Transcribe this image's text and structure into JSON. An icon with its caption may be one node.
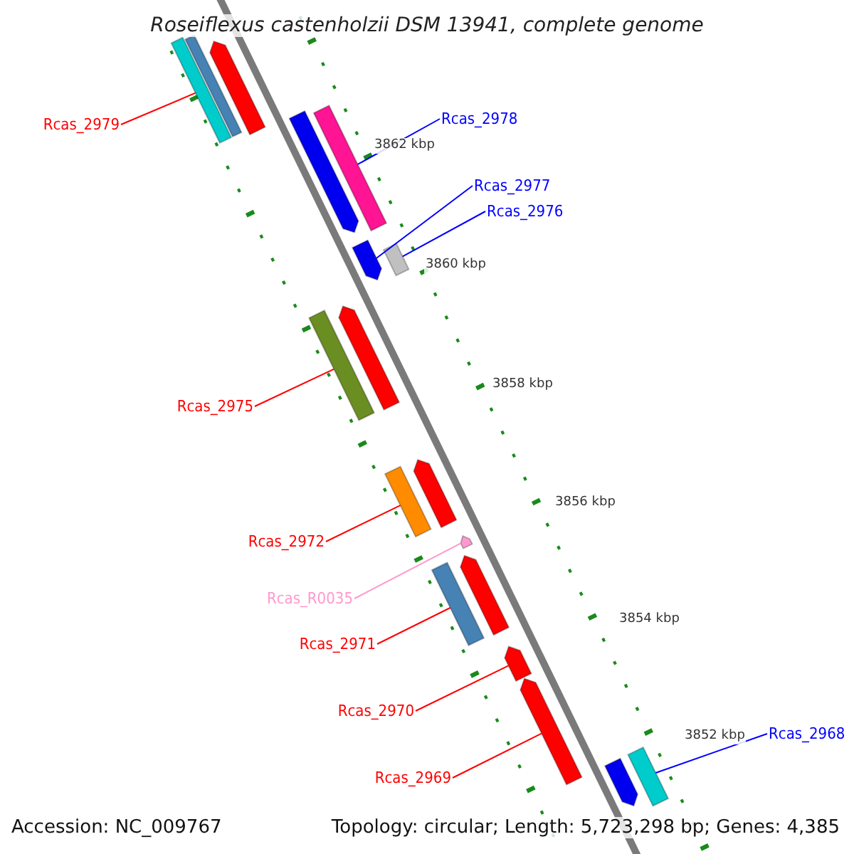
{
  "diagram": {
    "title": "Roseiflexus castenholzii DSM 13941, complete genome",
    "nodes": [
      {
        "text": [],
        "shape": "bar"
      },
      {
        "text": [],
        "shape": "bar"
      },
      {
        "text": [],
        "shape": "pentagon"
      },
      {
        "text": [],
        "shape": "pentagon"
      },
      {
        "text": [],
        "shape": "bar"
      },
      {
        "text": [],
        "shape": "pentagon"
      },
      {
        "text": [],
        "shape": "bar"
      },
      {
        "text": [],
        "shape": "bar"
      },
      {
        "text": [],
        "shape": "pentagon"
      },
      {
        "text": [],
        "shape": "bar"
      },
      {
        "text": [],
        "shape": "pentagon"
      },
      {
        "text": [],
        "shape": "pentagon"
      },
      {
        "text": [],
        "shape": "bar"
      },
      {
        "text": [],
        "shape": "pentagon"
      },
      {
        "text": [],
        "shape": "pentagon"
      },
      {
        "text": [],
        "shape": "pentagon"
      },
      {
        "text": [],
        "shape": "pentagon"
      },
      {
        "text": [],
        "shape": "bar"
      },
      {
        "text": [
          "Rcas_2979"
        ]
      },
      {
        "text": [
          "Rcas_2978"
        ]
      },
      {
        "text": [
          "Rcas_2977"
        ]
      },
      {
        "text": [
          "Rcas_2976"
        ]
      },
      {
        "text": [
          "Rcas_2975"
        ]
      },
      {
        "text": [
          "Rcas_2972"
        ]
      },
      {
        "text": [
          "Rcas_R0035"
        ]
      },
      {
        "text": [
          "Rcas_2971"
        ]
      },
      {
        "text": [
          "Rcas_2970"
        ]
      },
      {
        "text": [
          "Rcas_2969"
        ]
      },
      {
        "text": [
          "Rcas_2968"
        ]
      }
    ],
    "edges": [
      {
        "from": 18,
        "to": 0,
        "arrow": "none"
      },
      {
        "from": 19,
        "to": 4,
        "arrow": "none",
        "color": "#0000ff"
      },
      {
        "from": 20,
        "to": 5,
        "arrow": "none",
        "color": "#0000ff"
      },
      {
        "from": 21,
        "to": 6,
        "arrow": "none",
        "color": "#0000ff"
      },
      {
        "from": 22,
        "to": 7,
        "arrow": "none"
      },
      {
        "from": 23,
        "to": 9,
        "arrow": "none"
      },
      {
        "from": 24,
        "to": 11,
        "arrow": "none",
        "color": "#ff99cc"
      },
      {
        "from": 25,
        "to": 12,
        "arrow": "none"
      },
      {
        "from": 26,
        "to": 14,
        "arrow": "none"
      },
      {
        "from": 27,
        "to": 15,
        "arrow": "none"
      },
      {
        "from": 28,
        "to": 17,
        "arrow": "none",
        "color": "#0000ff"
      }
    ],
    "labels": [
      "3862 kbp",
      "3860 kbp",
      "3858 kbp",
      "3856 kbp",
      "3854 kbp",
      "3852 kbp",
      "Accession: NC_009767",
      "Topology: circular; Length: 5,723,298 bp; Genes: 4,385"
    ]
  }
}
